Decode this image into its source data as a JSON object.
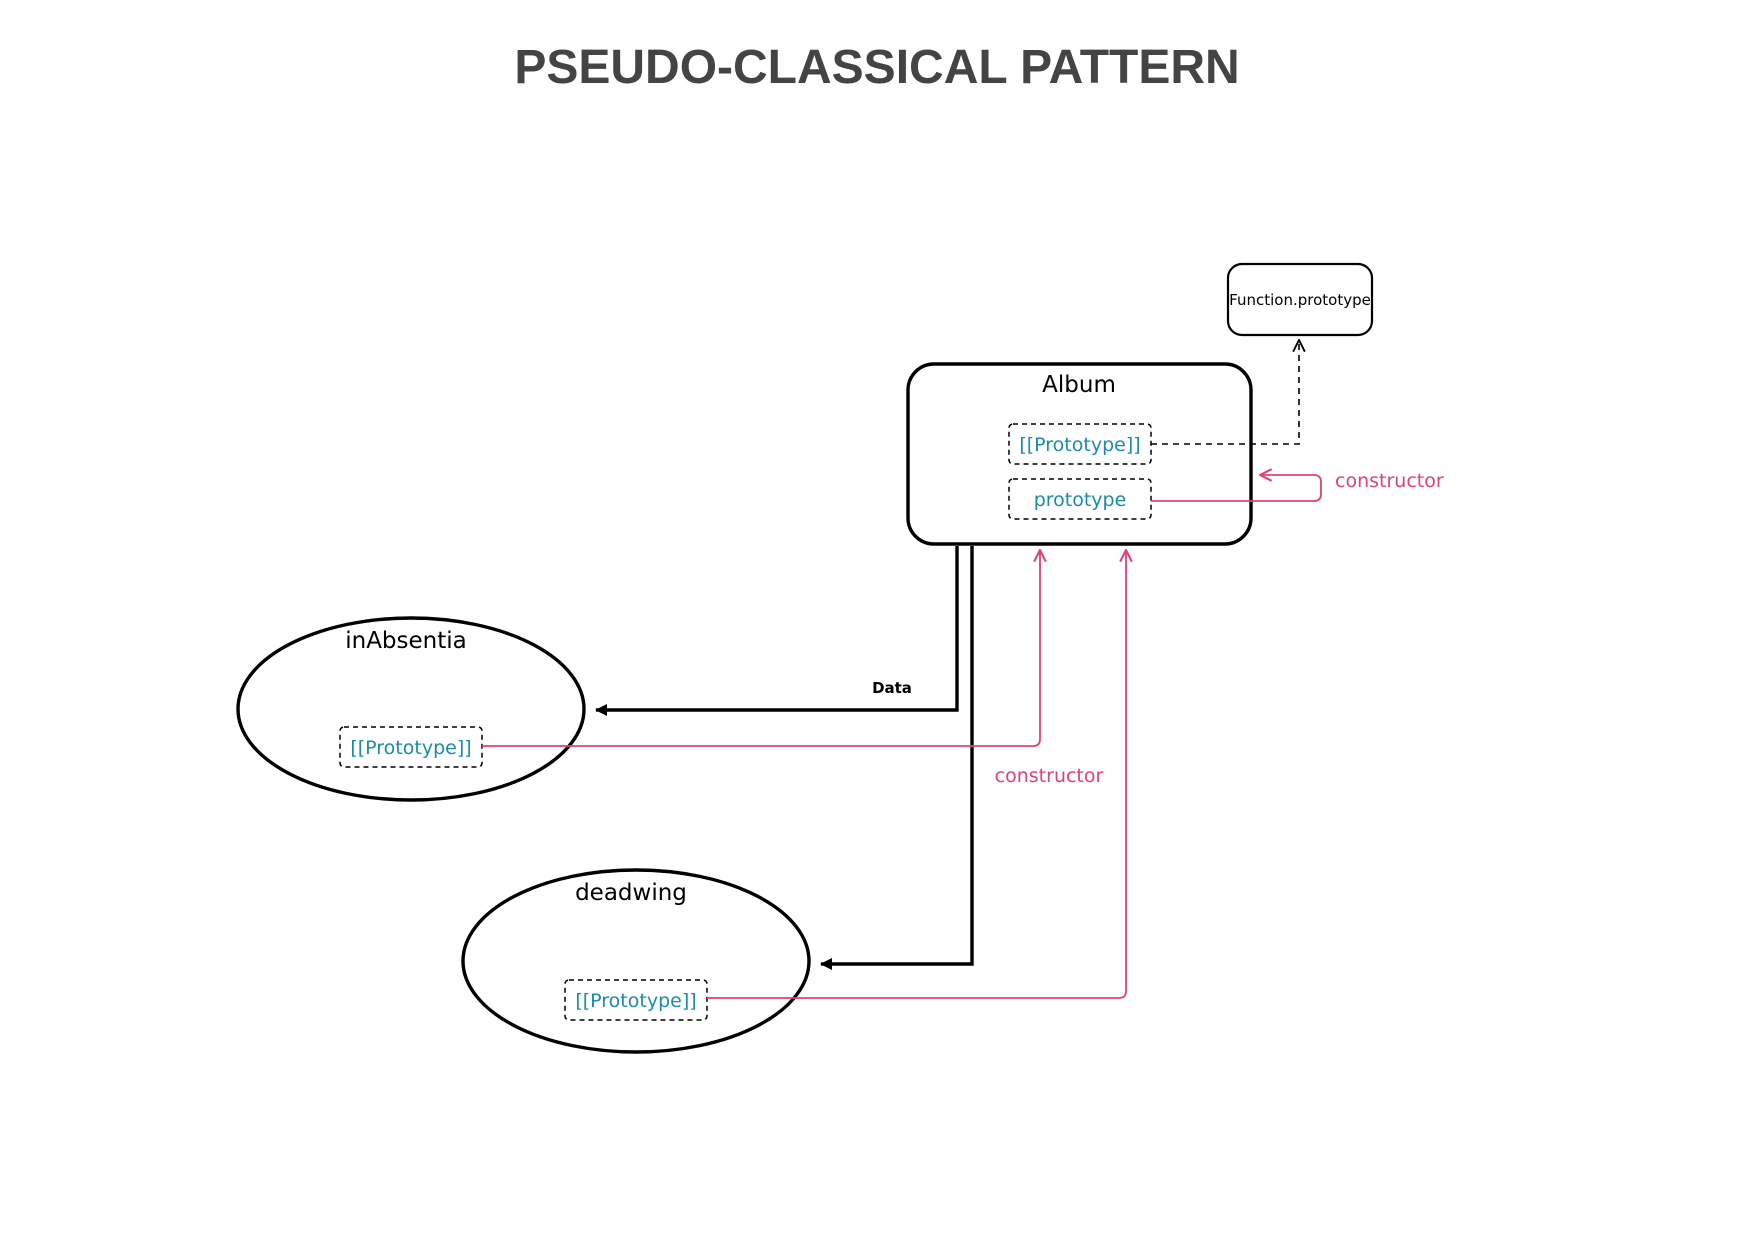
{
  "title": "PSEUDO-CLASSICAL PATTERN",
  "colors": {
    "prop_text": "#1a8ca8",
    "constructor_line": "#e0407a",
    "title": "#444444",
    "stroke": "#000000"
  },
  "nodes": {
    "function_prototype": {
      "label": "Function.prototype"
    },
    "album": {
      "label": "Album",
      "props": [
        "[[Prototype]]",
        "prototype"
      ]
    },
    "in_absentia": {
      "label": "inAbsentia",
      "props": [
        "[[Prototype]]"
      ]
    },
    "deadwing": {
      "label": "deadwing",
      "props": [
        "[[Prototype]]"
      ]
    }
  },
  "edges": {
    "data_label": "Data",
    "constructor_label_right": "constructor",
    "constructor_label_bottom": "constructor"
  }
}
